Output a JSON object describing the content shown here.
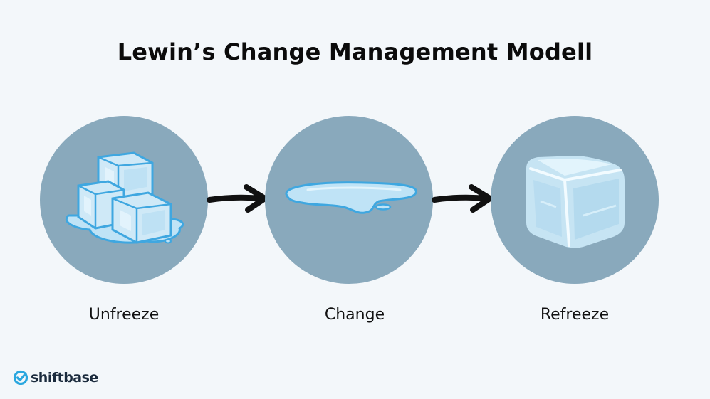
{
  "title": "Lewin’s Change Management Modell",
  "stages": [
    {
      "label": "Unfreeze",
      "icon": "melting-ice-cubes-icon"
    },
    {
      "label": "Change",
      "icon": "water-puddle-icon"
    },
    {
      "label": "Refreeze",
      "icon": "ice-cube-icon"
    }
  ],
  "logo": {
    "text": "shiftbase",
    "icon": "checkmark-circle-logo-icon"
  },
  "colors": {
    "background": "#f3f7fa",
    "circle": "#89a9bc",
    "ice": "#cfe9f7",
    "ice_edge": "#3fa7e0",
    "arrow": "#111111",
    "logo_accent": "#2aa7df"
  }
}
